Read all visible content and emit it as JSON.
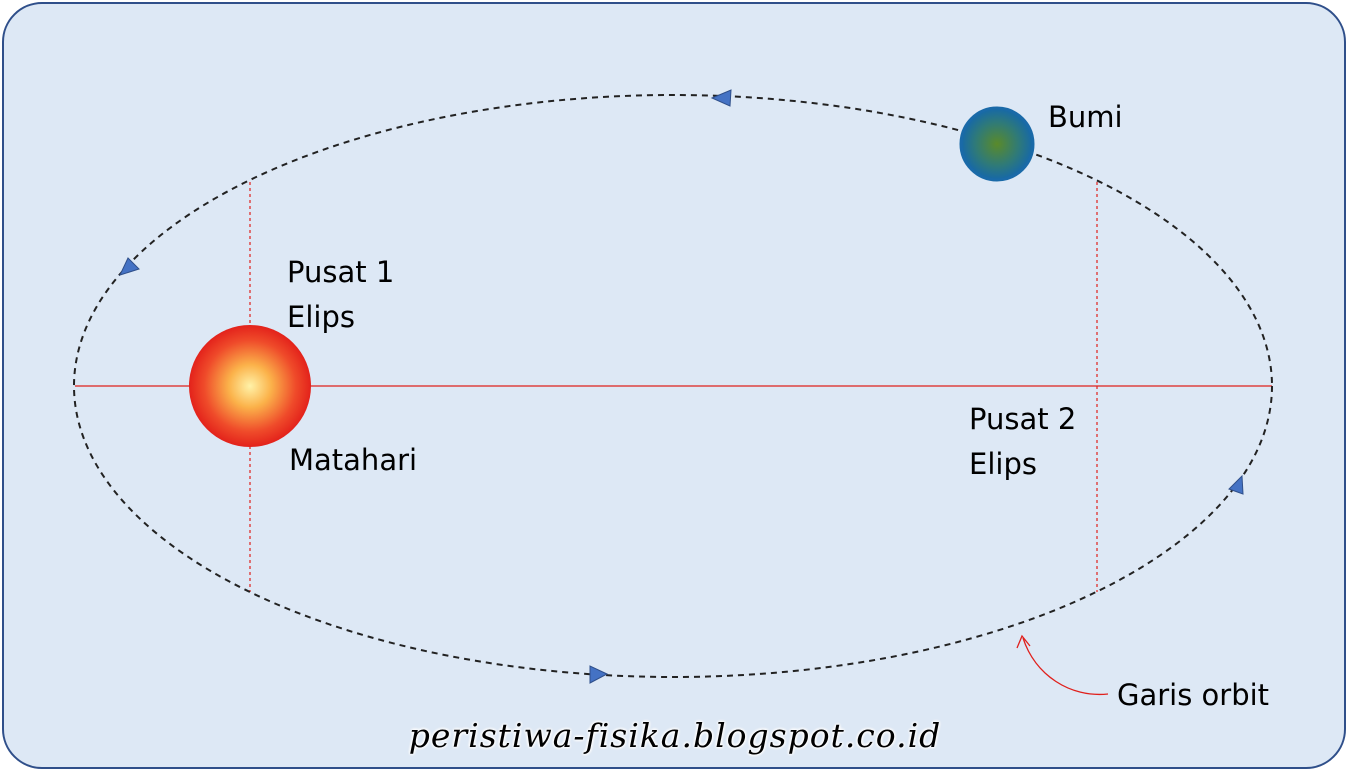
{
  "labels": {
    "earth": "Bumi",
    "focus1": "Pusat 1\nElips",
    "focus2": "Pusat 2\nElips",
    "sun": "Matahari",
    "orbit_line": "Garis orbit"
  },
  "watermark": "peristiwa-fisika.blogspot.co.id",
  "colors": {
    "panel_background": "#dde8f5",
    "panel_border": "#2f4f8a",
    "orbit_dash": "#222222",
    "axis_lines": "#e0201c",
    "direction_arrows": "#4472c4",
    "sun_core": "#fff2a8",
    "sun_edge": "#e8281e",
    "earth_core": "#5a8a2a",
    "earth_edge": "#1a6aa8"
  },
  "icons": {
    "sun": "sun-icon",
    "earth": "earth-icon",
    "direction": "orbit-direction-arrow-icon",
    "pointer": "curved-pointer-arrow-icon"
  }
}
